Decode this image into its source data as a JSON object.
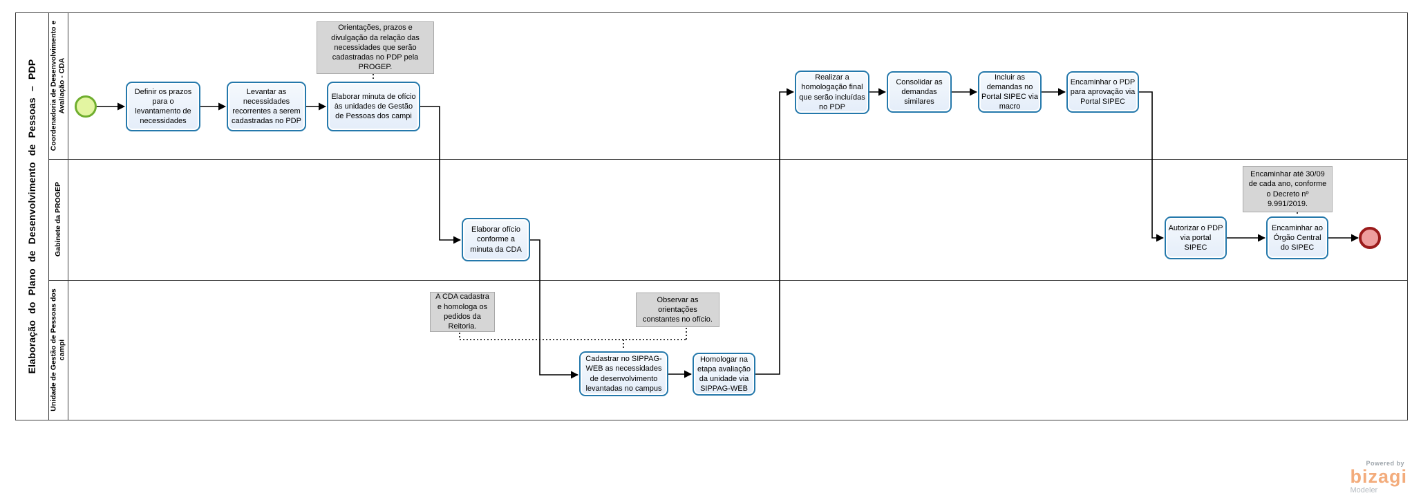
{
  "pool": {
    "title": "Elaboração do  Plano  de  Desenvolvimento  de  Pessoas – PDP"
  },
  "lanes": [
    {
      "label": "Coordenadoria de Desenvolvimento e Avaliação - CDA"
    },
    {
      "label": "Gabinete da PROGEP"
    },
    {
      "label": "Unidade de Gestão de Pessoas dos campi"
    }
  ],
  "tasks": [
    {
      "label": "Definir os prazos para o levantamento de necessidades"
    },
    {
      "label": "Levantar as necessidades recorrentes a serem cadastradas no PDP"
    },
    {
      "label": "Elaborar minuta de ofício às unidades de Gestão de Pessoas dos campi"
    },
    {
      "label": "Realizar a homologação final que serão incluídas no PDP"
    },
    {
      "label": "Consolidar as demandas similares"
    },
    {
      "label": "Incluir as demandas no Portal SIPEC via macro"
    },
    {
      "label": "Encaminhar o PDP para aprovação via Portal SIPEC"
    },
    {
      "label": "Elaborar ofício conforme a minuta da CDA"
    },
    {
      "label": "Autorizar o PDP via portal SIPEC"
    },
    {
      "label": "Encaminhar ao Órgão Central do SIPEC"
    },
    {
      "label": "Cadastrar no SIPPAG-WEB as necessidades de desenvolvimento levantadas no campus"
    },
    {
      "label": "Homologar na etapa avaliação da unidade via SIPPAG-WEB"
    }
  ],
  "annotations": [
    {
      "label": "Orientações, prazos e divulgação da relação das necessidades que serão cadastradas no PDP pela PROGEP."
    },
    {
      "label": "A CDA cadastra e homologa os pedidos da Reitoria."
    },
    {
      "label": "Observar as orientações constantes no ofício."
    },
    {
      "label": "Encaminhar até 30/09 de cada ano, conforme o Decreto nº 9.991/2019."
    }
  ],
  "events": {
    "start": {
      "type": "start"
    },
    "end": {
      "type": "end"
    }
  },
  "colors": {
    "task_fill": "#E9F0FB",
    "task_border": "#2478AB",
    "annotation_fill": "#D6D6D6",
    "start_fill": "#E3F5A1",
    "start_border": "#6FAE2E",
    "end_fill": "#EE9E9E",
    "end_border": "#9B1B1B",
    "lane_border": "#3C3C3C",
    "logo_orange": "#F3AC7C"
  },
  "branding": {
    "powered_by": "Powered by",
    "logo": "bizagi",
    "product": "Modeler"
  }
}
